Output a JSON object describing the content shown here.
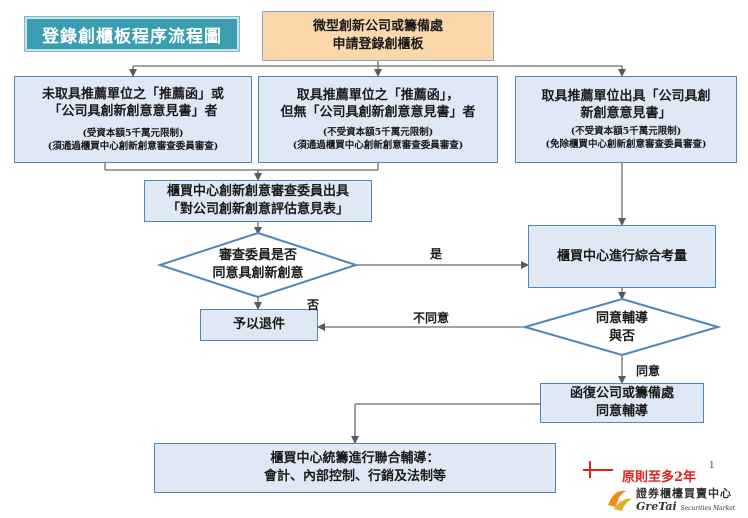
{
  "title": "登錄創櫃板程序流程圖",
  "top_box": {
    "line1": "微型創新公司或籌備處",
    "line2": "申請登錄創櫃板"
  },
  "left_box": {
    "line1": "未取具推薦單位之「推薦函」或",
    "line2": "「公司具創新創意意見書」者",
    "note1": "(受資本額5千萬元限制)",
    "note2": "(須通過櫃買中心創新創意審查委員審查)"
  },
  "mid_box": {
    "line1": "取具推薦單位之「推薦函」，",
    "line2": "但無「公司具創新創意意見書」者",
    "note1": "(不受資本額5千萬元限制)",
    "note2": "(須通過櫃買中心創新創意審查委員審查)"
  },
  "right_box": {
    "line1": "取具推薦單位出具「公司具創",
    "line2": "新創意意見書」",
    "note1": "(不受資本額5千萬元限制)",
    "note2": "(免除櫃買中心創新創意審查委員審查)"
  },
  "committee_box": {
    "line1": "櫃買中心創新創意審查委員出具",
    "line2": "「對公司創新創意評估意見表」"
  },
  "decision1": {
    "line1": "審查委員是否",
    "line2": "同意具創新創意"
  },
  "comprehensive_box": {
    "text": "櫃買中心進行綜合考量"
  },
  "decision2": {
    "line1": "同意輔導",
    "line2": "與否"
  },
  "return_box": {
    "text": "予以退件"
  },
  "reply_box": {
    "line1": "函復公司或籌備處",
    "line2": "同意輔導"
  },
  "joint_box": {
    "line1": "櫃買中心統籌進行聯合輔導：",
    "line2": "會計、內部控制、行銷及法制等"
  },
  "labels": {
    "yes": "是",
    "no": "否",
    "disagree": "不同意",
    "agree": "同意"
  },
  "principle": "原則至多2年",
  "page_number": "1",
  "logo": {
    "cn": "證券櫃檯買賣中心",
    "en": "GreTai",
    "en_small": "Securities Market"
  }
}
